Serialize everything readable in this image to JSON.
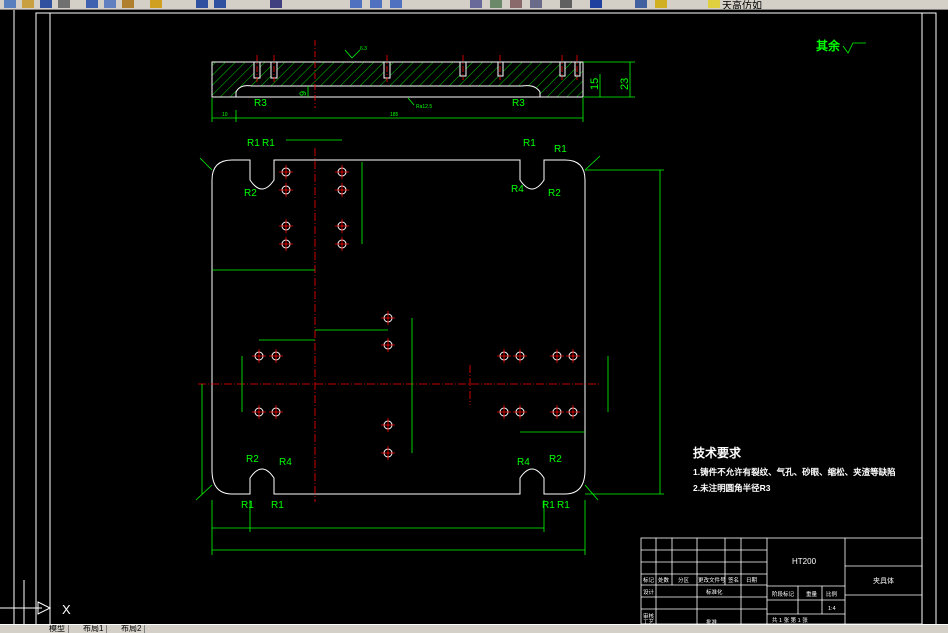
{
  "toolbar": {
    "status_text": "天高仿如"
  },
  "drawing": {
    "surface_note": "其余",
    "roughness_label": "Ra12.5",
    "section_dims": {
      "d15": "15",
      "d23": "23",
      "d9": "9"
    },
    "radii": {
      "r1": "R1",
      "r2": "R2",
      "r3": "R3",
      "r4": "R4"
    },
    "tech_requirements": {
      "title": "技术要求",
      "item1": "1.铸件不允许有裂纹、气孔、砂眼、缩松、夹渣等缺陷",
      "item2": "2.未注明圆角半径R3"
    },
    "title_block": {
      "material": "HT200",
      "part_name": "夹具体",
      "scale": "1:4",
      "sheet": "共 1 张  第 1 张",
      "labels": {
        "mark": "标记",
        "count": "处数",
        "zone": "分区",
        "change_doc": "更改文件号",
        "signature": "签名",
        "date": "日期",
        "design": "设计",
        "standardize": "标准化",
        "review": "审核",
        "process": "工艺",
        "approve": "批准",
        "stage_mark": "阶段标记",
        "weight": "重量",
        "scale_label": "比例"
      }
    }
  },
  "ucs": {
    "x_label": "X"
  },
  "tabs": [
    "模型",
    "布局1",
    "布局2"
  ],
  "colors": {
    "background": "#000000",
    "outline": "#ffffff",
    "dimension": "#00ff00",
    "center": "#ff0000",
    "text": "#ffffff"
  }
}
